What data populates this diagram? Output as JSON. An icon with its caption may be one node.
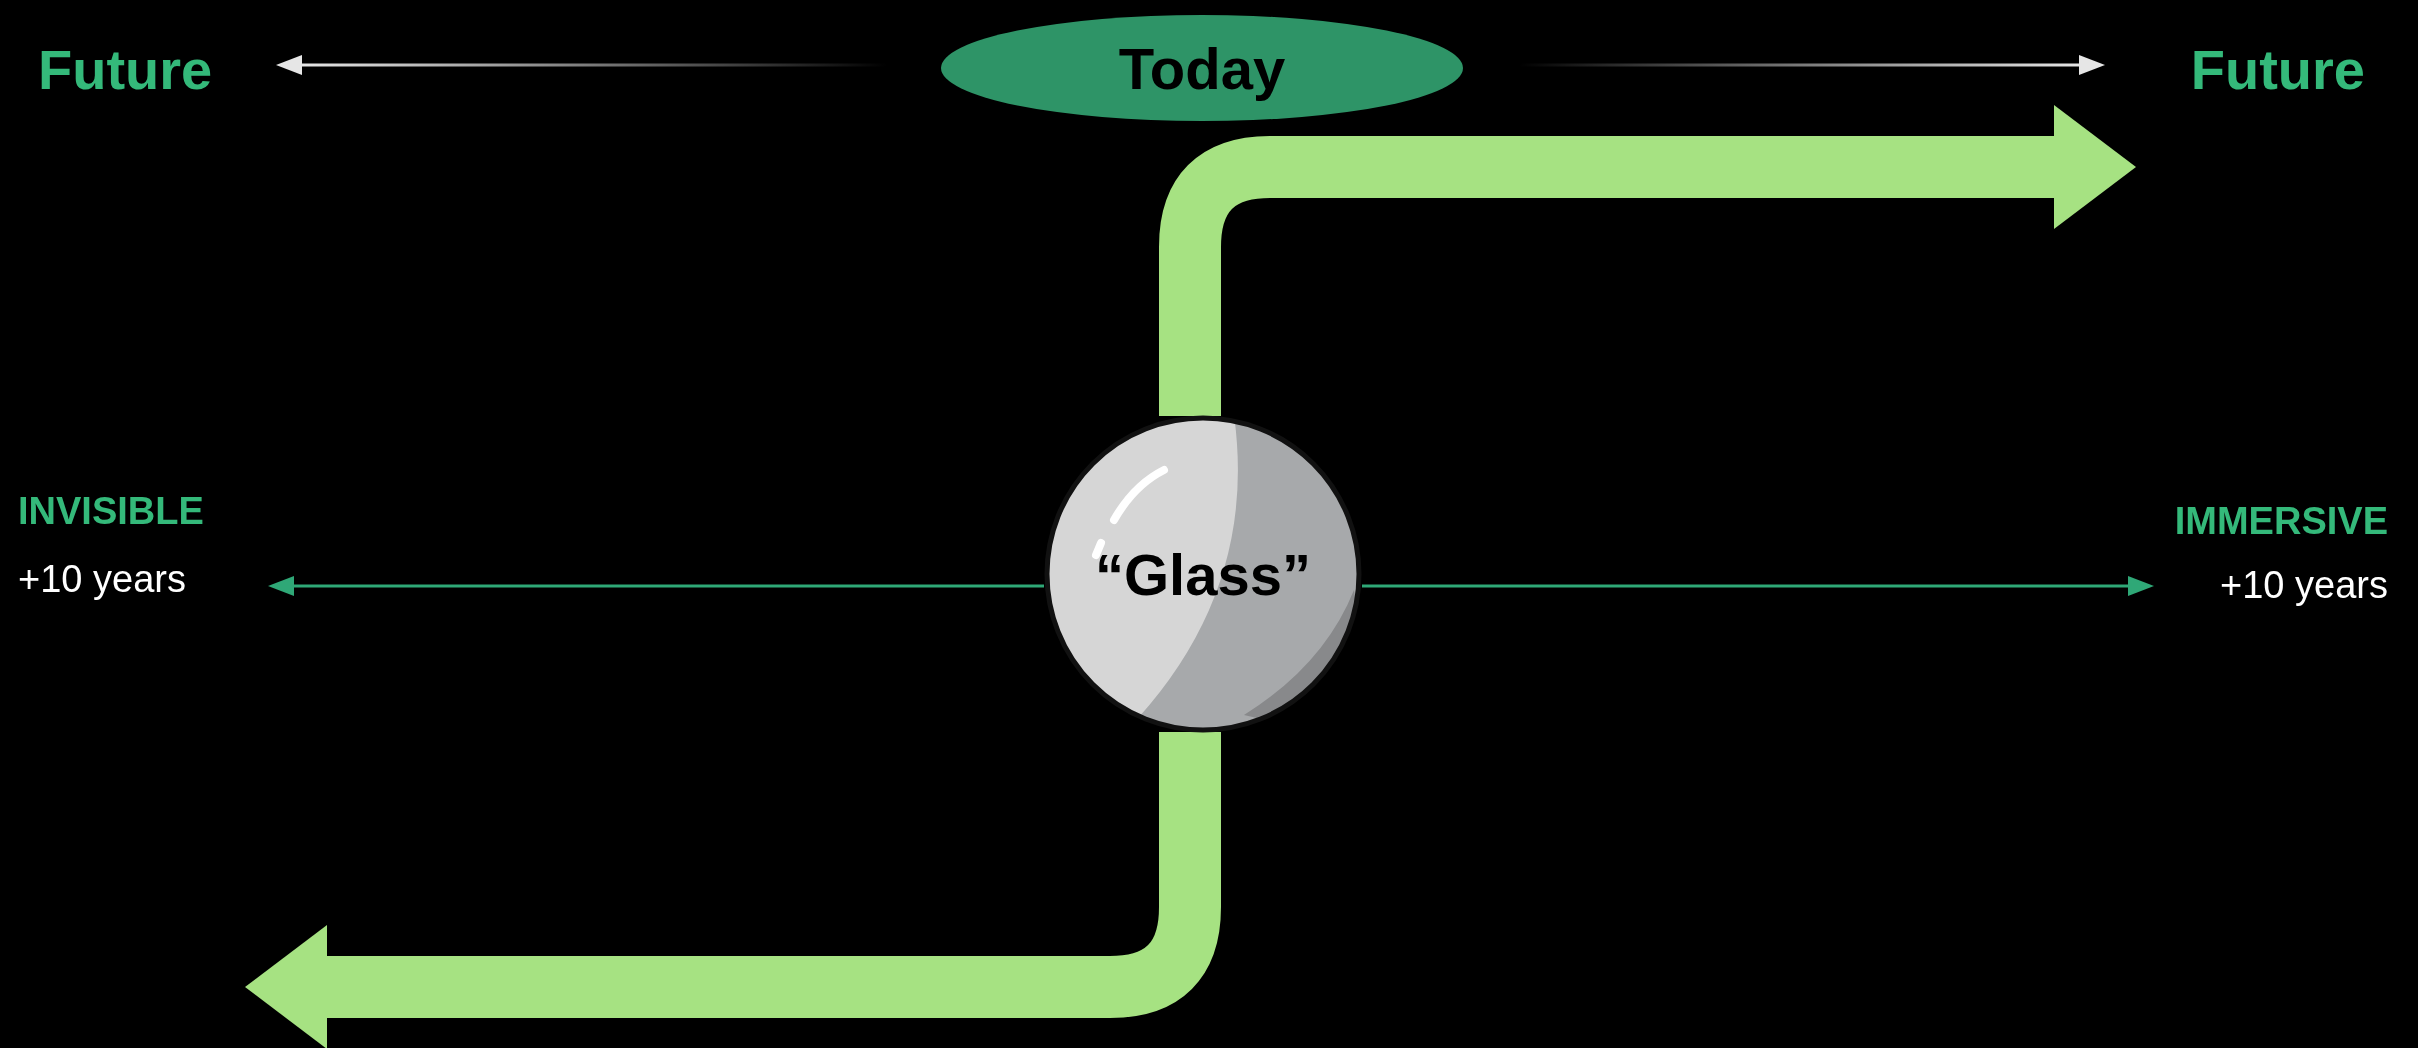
{
  "diagram": {
    "nodes": [
      {
        "text": [
          "Future"
        ]
      },
      {
        "text": [
          "Today"
        ]
      },
      {
        "text": [
          "Future"
        ]
      },
      {
        "text": [
          "INVISIBLE",
          "+10 years"
        ]
      },
      {
        "text": [
          "“Glass”"
        ]
      },
      {
        "text": [
          "IMMERSIVE",
          "+10 years"
        ]
      }
    ],
    "edges": [
      {
        "from": 1,
        "to": 0,
        "arrow": "to"
      },
      {
        "from": 1,
        "to": 2,
        "arrow": "to"
      },
      {
        "from": 4,
        "to": 3,
        "arrow": "to",
        "color": "#2fa877"
      },
      {
        "from": 4,
        "to": 5,
        "arrow": "to",
        "color": "#2fa877"
      },
      {
        "from": 4,
        "to": 2,
        "arrow": "to",
        "style": "thick",
        "color": "#a6e282"
      },
      {
        "from": 4,
        "to": null,
        "arrow": "to",
        "style": "thick",
        "color": "#a6e282"
      }
    ]
  }
}
